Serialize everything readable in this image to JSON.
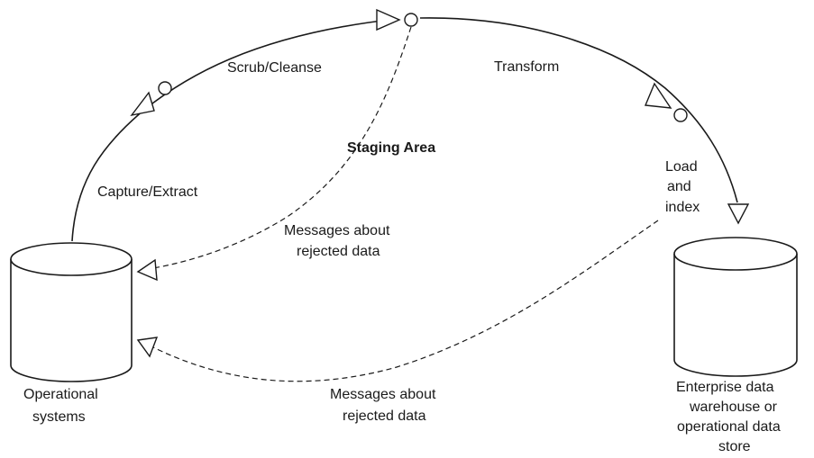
{
  "diagram": {
    "stores": {
      "source": {
        "label_lines": [
          "Operational",
          "systems"
        ]
      },
      "target": {
        "label_lines": [
          "Enterprise data",
          "warehouse or",
          "operational data",
          "store"
        ]
      }
    },
    "steps": {
      "capture": "Capture/Extract",
      "scrub": "Scrub/Cleanse",
      "transform": "Transform",
      "load_lines": [
        "Load",
        "and",
        "index"
      ]
    },
    "staging_area": "Staging Area",
    "messages": {
      "from_staging_lines": [
        "Messages about",
        "rejected data"
      ],
      "from_warehouse_lines": [
        "Messages about",
        "rejected data"
      ]
    }
  }
}
